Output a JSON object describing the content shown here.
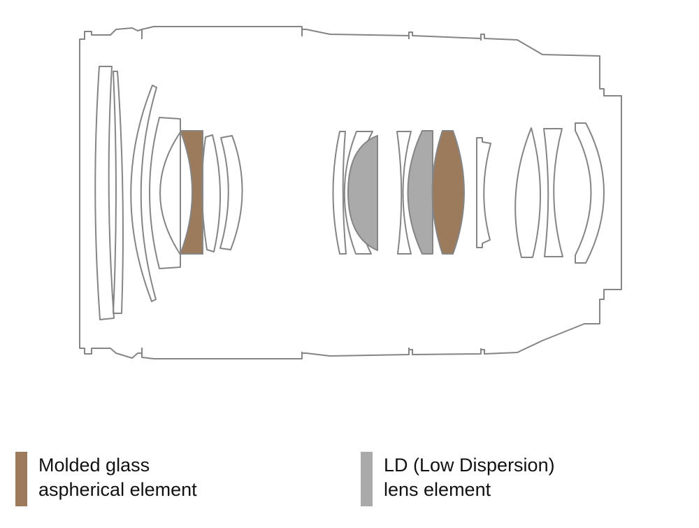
{
  "colors": {
    "outline": "#858585",
    "molded_aspherical": "#9c7a5c",
    "ld_element": "#aaaaaa",
    "background": "#ffffff"
  },
  "legend": [
    {
      "id": "molded",
      "line1": "Molded glass",
      "line2": "aspherical element"
    },
    {
      "id": "ld",
      "line1": "LD (Low Dispersion)",
      "line2": "lens element"
    }
  ]
}
